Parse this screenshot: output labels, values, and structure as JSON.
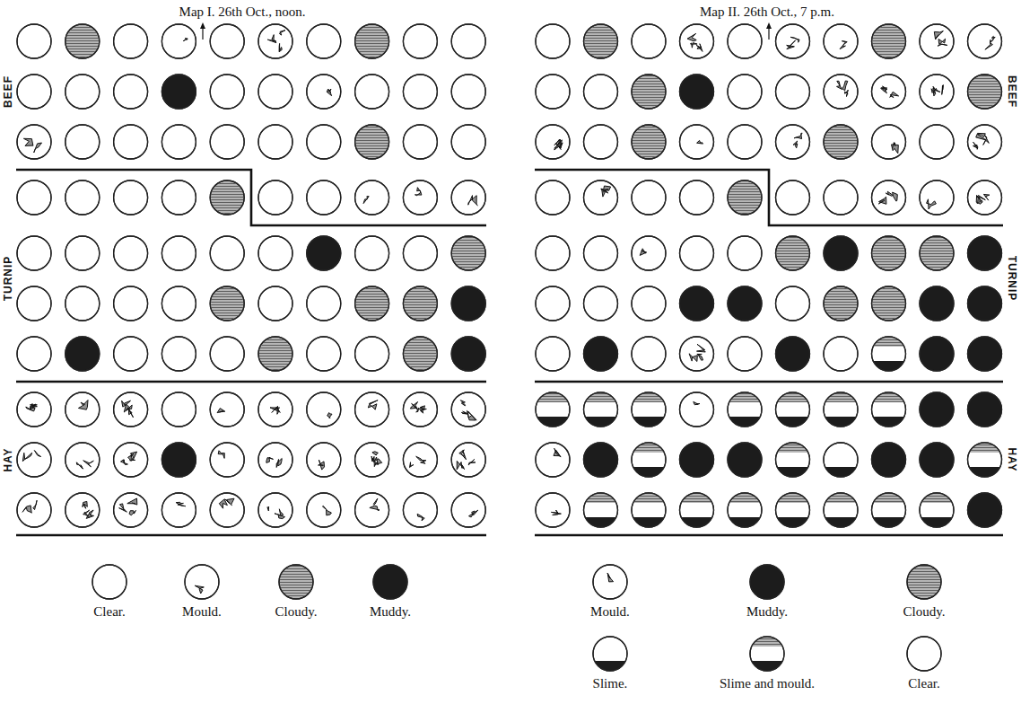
{
  "diagram": {
    "labels": [
      "Map I. 26th Oct., noon.",
      "BEEF",
      "TURNIP",
      "HAY",
      "Map II. 26th Oct., 7 p.m.",
      "BEEF",
      "TURNIP",
      "HAY"
    ],
    "legend": [
      {
        "text": "Clear.",
        "color": "#ffffff"
      },
      {
        "text": "Mould."
      },
      {
        "text": "Cloudy.",
        "color": "#b5b5b5"
      },
      {
        "text": "Muddy.",
        "color": "#1c1c1c"
      },
      {
        "text": "Mould."
      },
      {
        "text": "Muddy.",
        "color": "#1c1c1c"
      },
      {
        "text": "Cloudy.",
        "color": "#b5b5b5"
      },
      {
        "text": "Slime."
      },
      {
        "text": "Slime and mould."
      },
      {
        "text": "Clear.",
        "color": "#ffffff"
      }
    ]
  }
}
